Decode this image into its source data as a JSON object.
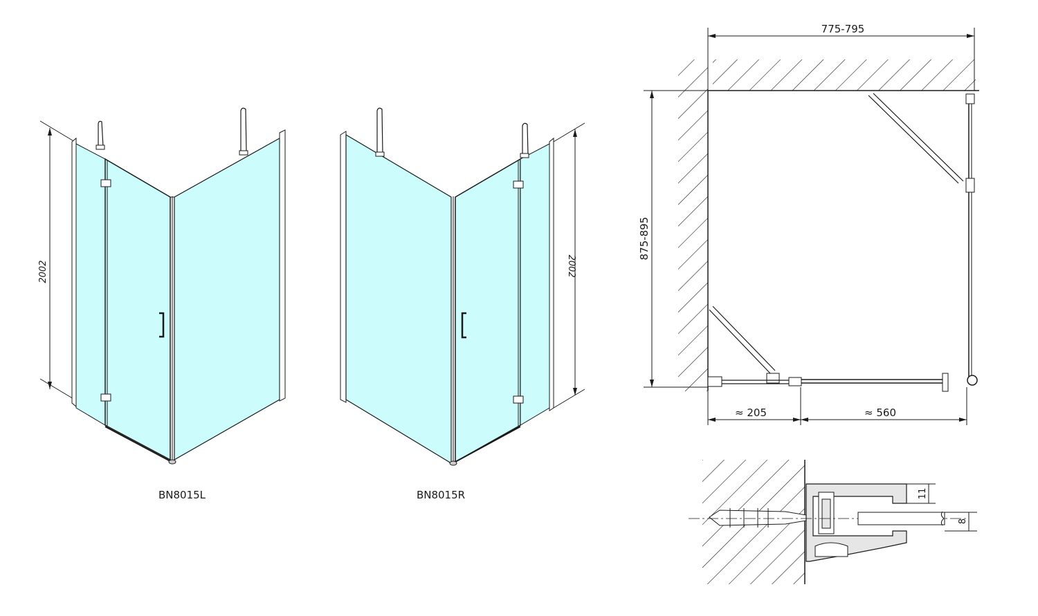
{
  "models": {
    "left": {
      "name": "BN8015L",
      "height_label": "2002"
    },
    "right": {
      "name": "BN8015R",
      "height_label": "2002"
    }
  },
  "plan": {
    "width_label": "775-795",
    "depth_label": "875-895",
    "segment_left_label": "≈ 205",
    "segment_right_label": "≈ 560"
  },
  "profile_detail": {
    "dim_top_label": "11",
    "dim_bottom_label": "8"
  },
  "colors": {
    "glass": "#ccfcfc",
    "line": "#1a1a1a",
    "hatch": "#1a1a1a",
    "profile": "#e6e6e6"
  }
}
